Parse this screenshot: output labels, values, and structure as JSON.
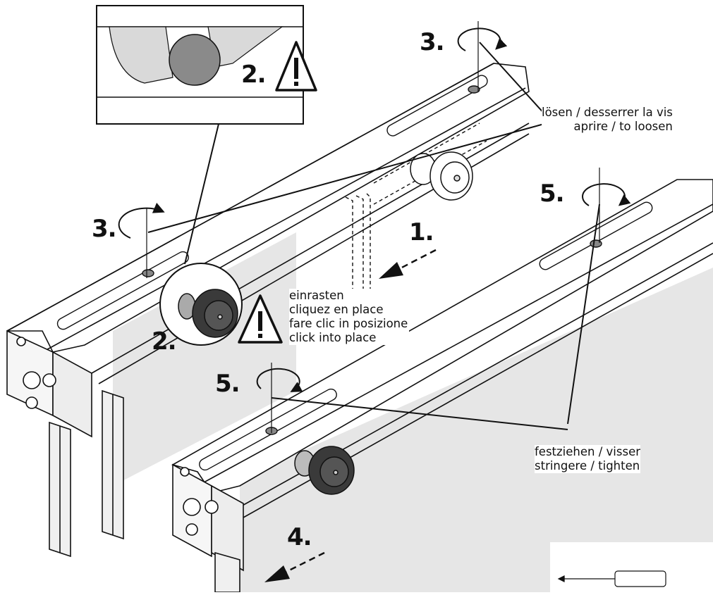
{
  "steps": {
    "s1": "1.",
    "s2_zoom": "2.",
    "s2_main": "2.",
    "s3_top": "3.",
    "s3_left": "3.",
    "s4": "4.",
    "s5_top": "5.",
    "s5_mid": "5."
  },
  "notes": {
    "loosen": [
      "lösen / desserrer la vis",
      "aprire / to loosen"
    ],
    "click": [
      "einrasten",
      "cliquez en place",
      "fare clic in posizione",
      "click into place"
    ],
    "tighten": [
      "festziehen / visser",
      "stringere / tighten"
    ]
  },
  "icons": {
    "warning": "warning-triangle-icon",
    "tool": "screwdriver-icon",
    "rotate": "rotation-arrow-icon",
    "push": "dashed-arrow-icon"
  },
  "colors": {
    "line": "#111111",
    "panel": "#e6e6e6",
    "knob": "#3a3a3a",
    "ball": "#8a8a8a"
  }
}
